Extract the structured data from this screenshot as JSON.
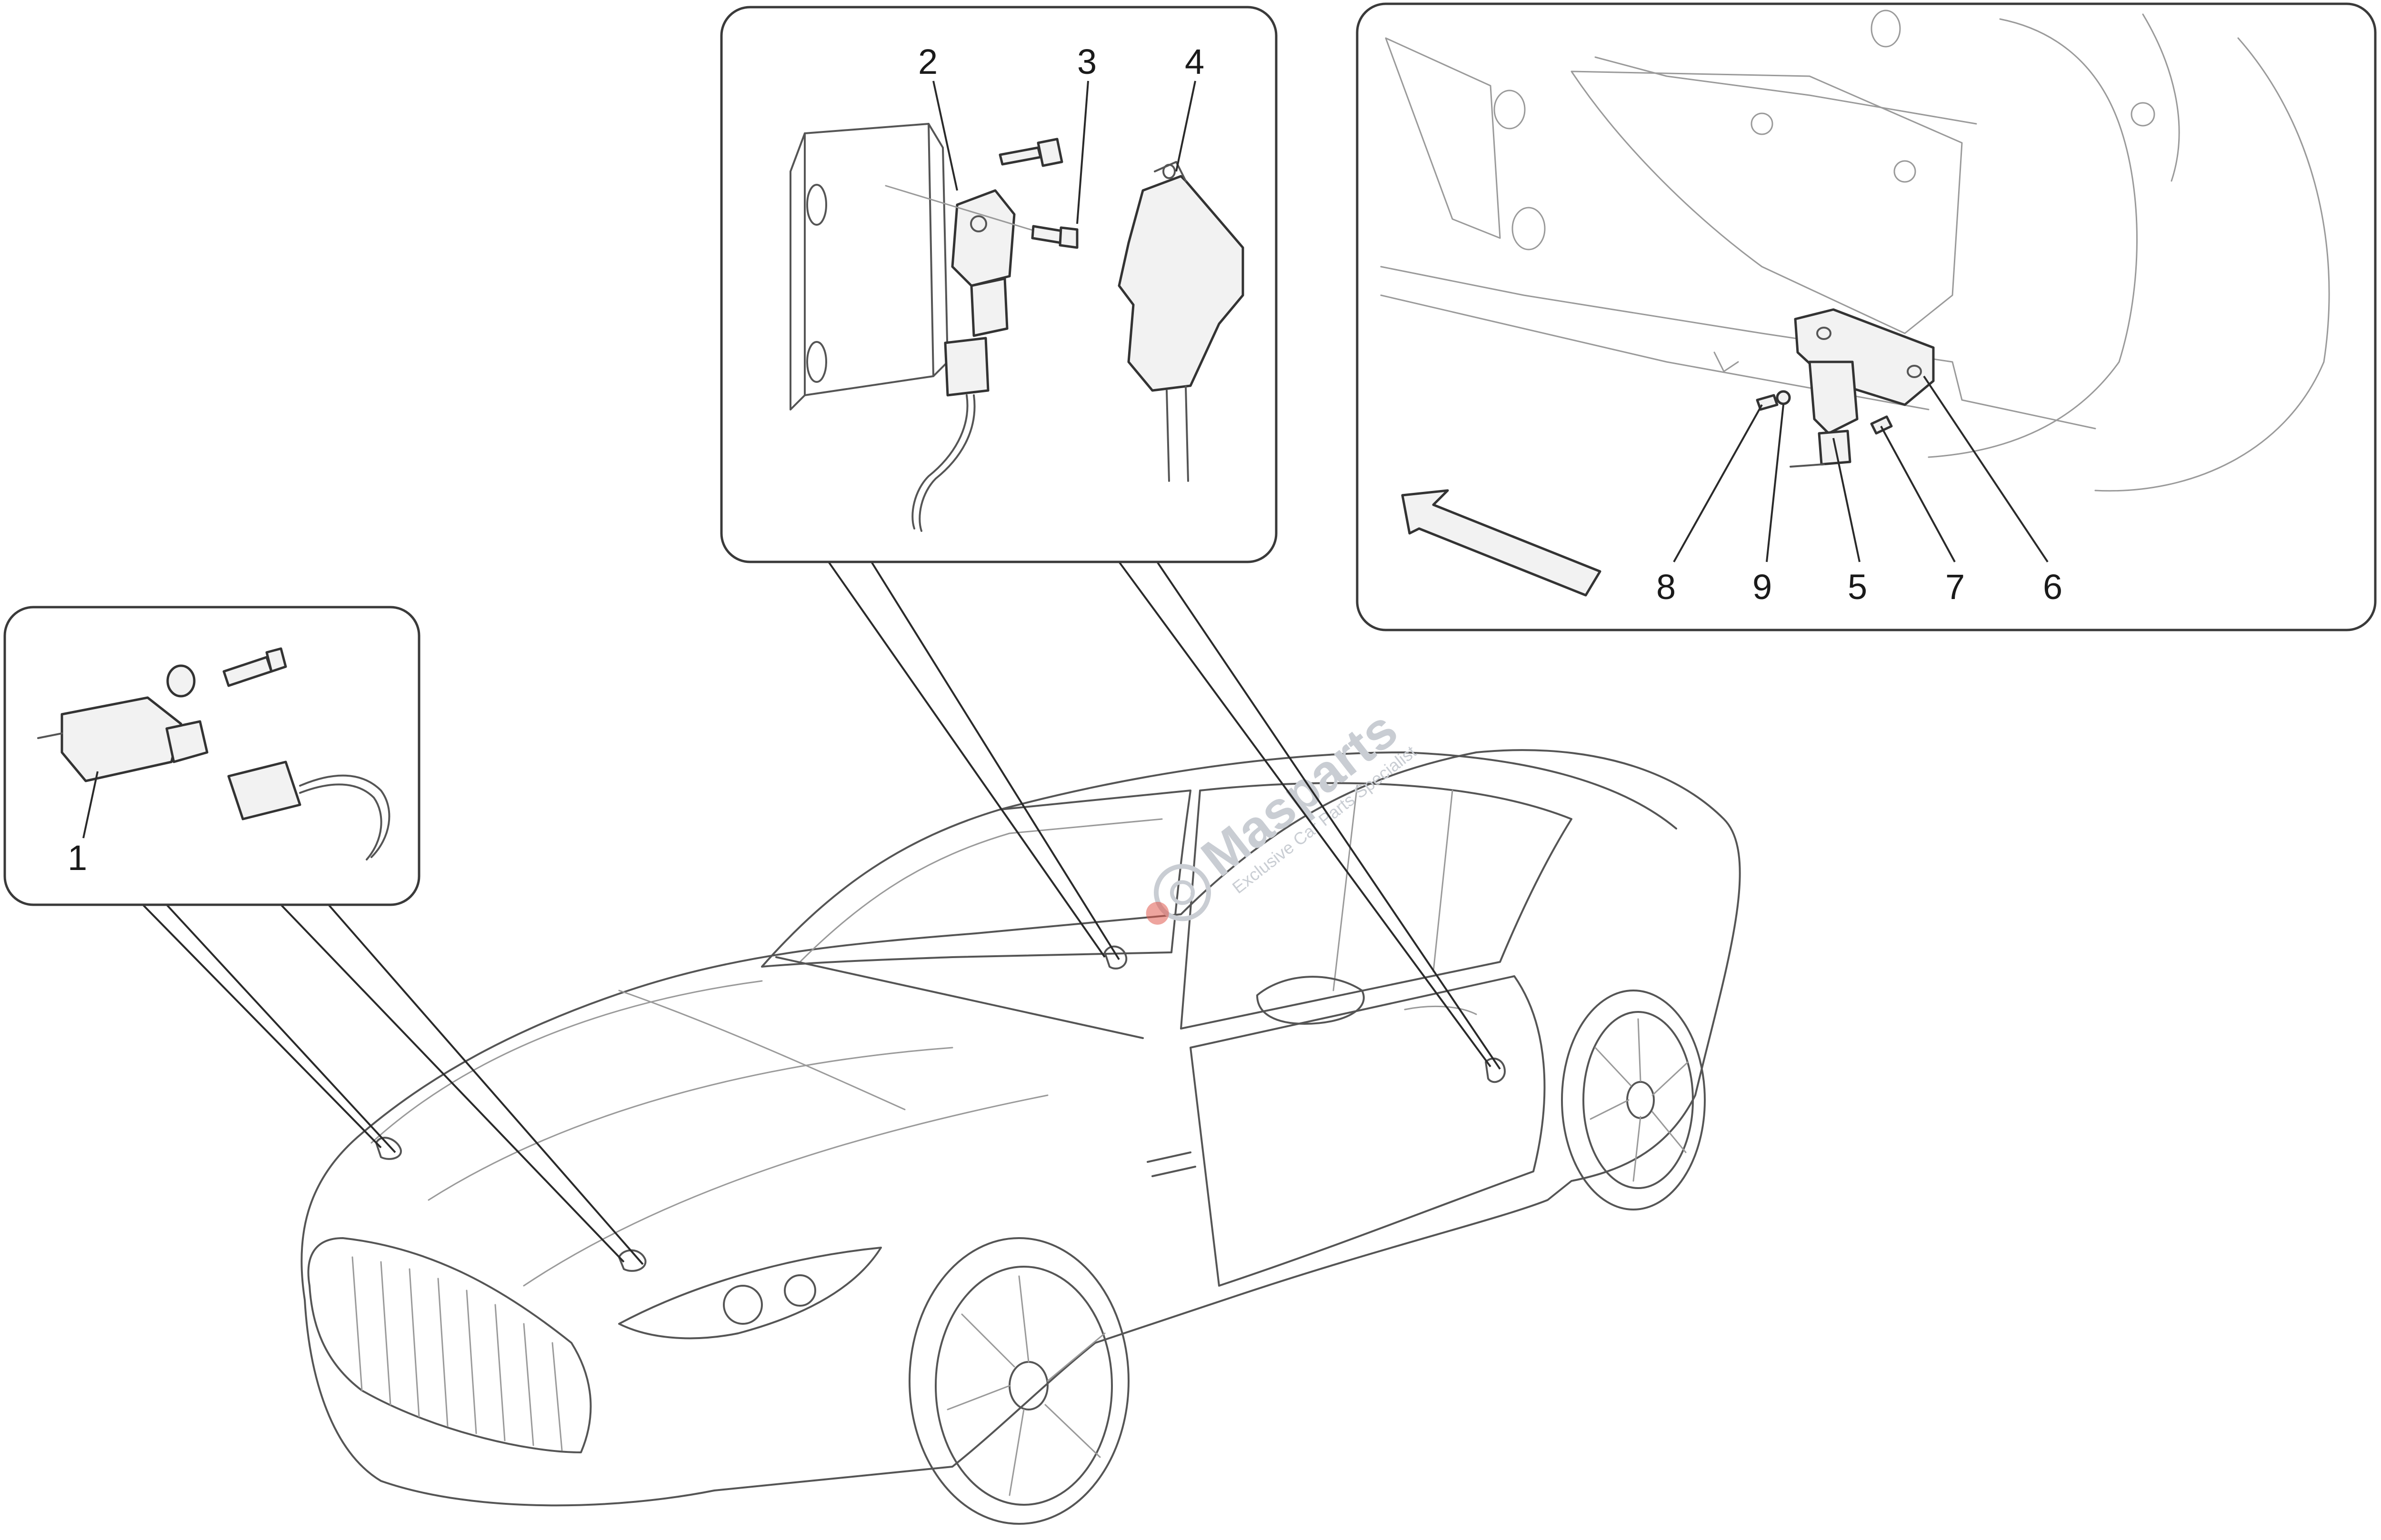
{
  "callouts": [
    "1",
    "2",
    "3",
    "4",
    "5",
    "6",
    "7",
    "8",
    "9"
  ],
  "watermark": {
    "brand": "Masparts",
    "tagline": "Exclusive Car Parts Specialist"
  },
  "colors": {
    "line": "#555555",
    "frame": "#3a3a3a",
    "watermark": "#c9cdd3",
    "watermark_accent": "#e05a4f"
  }
}
